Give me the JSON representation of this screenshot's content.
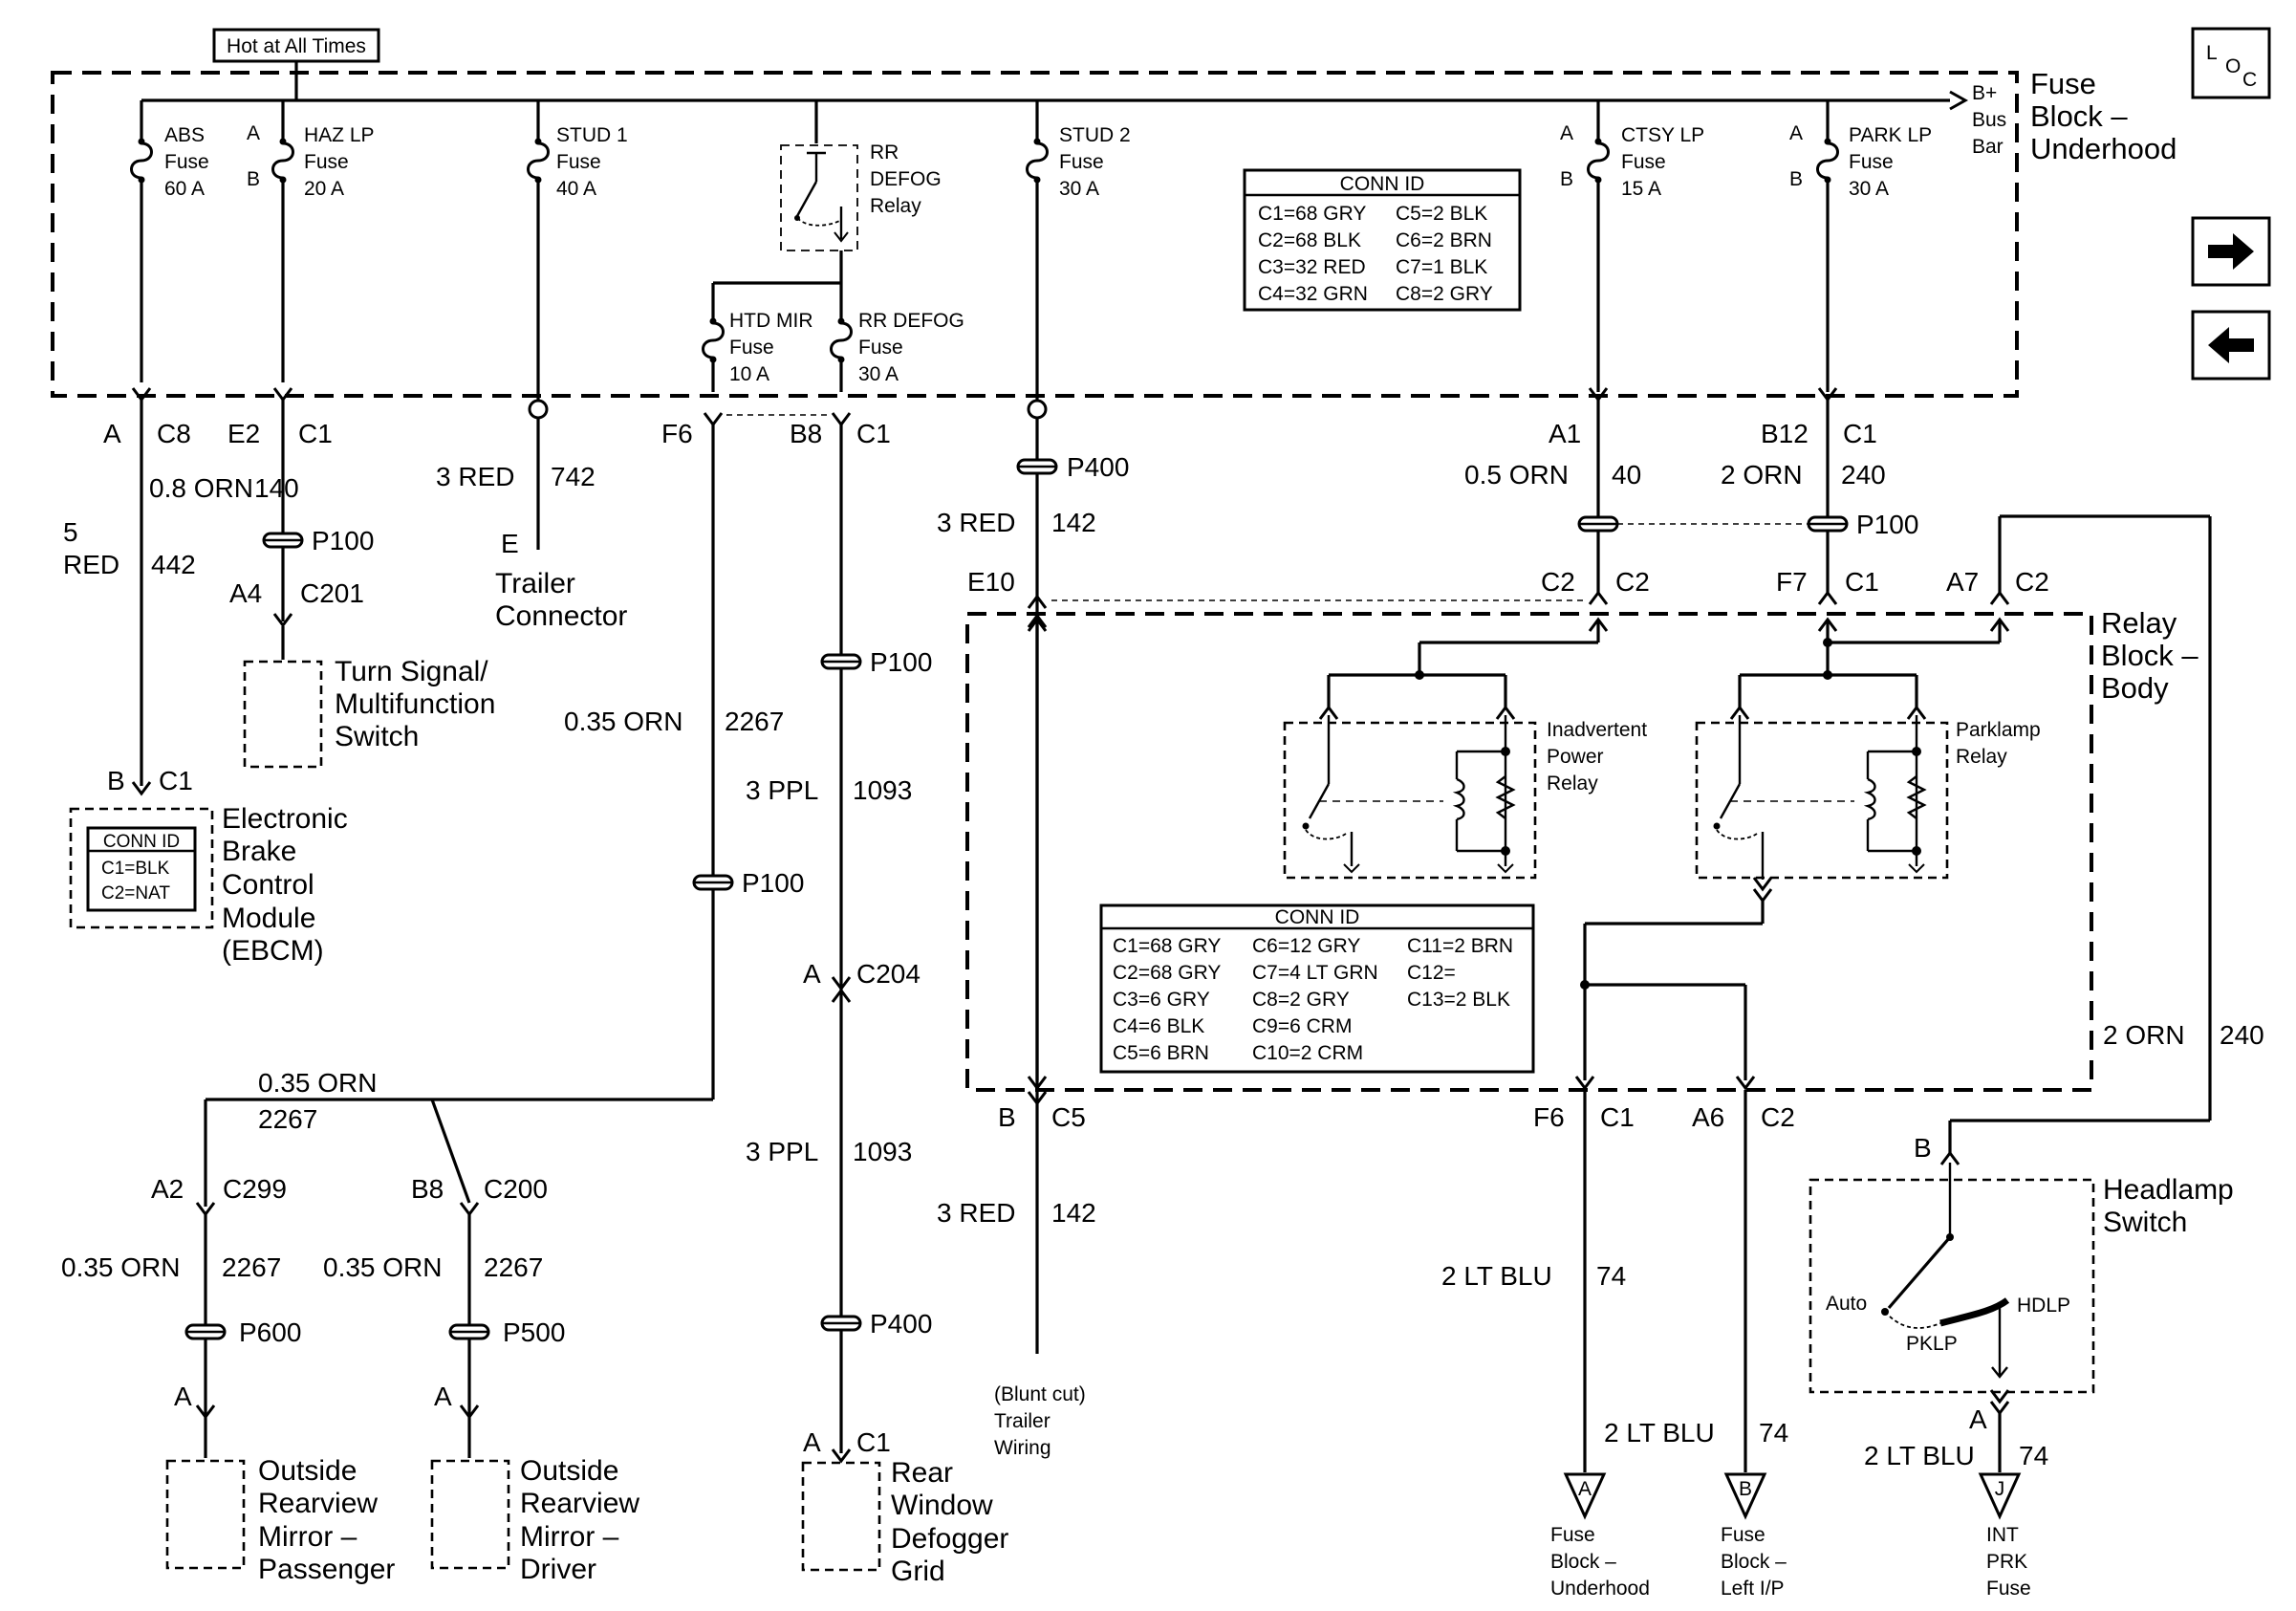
{
  "header": {
    "hot_label": "Hot at All Times",
    "fuse_block_title": [
      "Fuse",
      "Block –",
      "Underhood"
    ],
    "bus_bar": [
      "B+",
      "Bus",
      "Bar"
    ],
    "loc_icon_text": [
      "L",
      "O",
      "C"
    ]
  },
  "nav": {
    "forward_icon": "arrow-right",
    "back_icon": "arrow-left"
  },
  "fuses": {
    "abs": [
      "ABS",
      "Fuse",
      "60 A"
    ],
    "haz": [
      "HAZ LP",
      "Fuse",
      "20 A"
    ],
    "haz_pins": [
      "A",
      "B"
    ],
    "stud1": [
      "STUD 1",
      "Fuse",
      "40 A"
    ],
    "relay": [
      "RR",
      "DEFOG",
      "Relay"
    ],
    "stud2": [
      "STUD 2",
      "Fuse",
      "30 A"
    ],
    "htd_mir": [
      "HTD MIR",
      "Fuse",
      "10 A"
    ],
    "rr_defog": [
      "RR DEFOG",
      "Fuse",
      "30 A"
    ],
    "ctsy": [
      "CTSY LP",
      "Fuse",
      "15 A"
    ],
    "ctsy_pins": [
      "A",
      "B"
    ],
    "park": [
      "PARK LP",
      "Fuse",
      "30 A"
    ],
    "park_pins": [
      "A",
      "B"
    ]
  },
  "conn_id_underhood": {
    "title": "CONN ID",
    "rows": [
      [
        "C1=68 GRY",
        "C5=2 BLK"
      ],
      [
        "C2=68 BLK",
        "C6=2 BRN"
      ],
      [
        "C3=32 RED",
        "C7=1 BLK"
      ],
      [
        "C4=32 GRN",
        "C8=2 GRY"
      ]
    ]
  },
  "connectors": {
    "abs_pin": "A",
    "abs_conn": "C8",
    "haz_pin": "E2",
    "haz_conn": "C1",
    "htd_pin": "F6",
    "rr_pin": "B8",
    "rr_conn": "C1",
    "ctsy_pin": "A1",
    "park_pin": "B12",
    "park_conn": "C1",
    "ebcm_pin": "B",
    "ebcm_conn": "C1",
    "tsw_pin": "A4",
    "tsw_conn": "C201",
    "trailer_pin": "E",
    "e10": "E10",
    "c2_left_pin": "C2",
    "c2_left_conn": "C2",
    "f7_pin": "F7",
    "f7_conn": "C1",
    "a7_pin": "A7",
    "a7_conn": "C2",
    "c204_pin": "A",
    "c204_conn": "C204",
    "c5_pin": "B",
    "c5_conn": "C5",
    "f6_pin": "F6",
    "f6_conn": "C1",
    "a6_pin": "A6",
    "a6_conn": "C2",
    "c299_pin": "A2",
    "c299_conn": "C299",
    "c200_pin": "B8",
    "c200_conn": "C200",
    "mirp_pin": "A",
    "mird_pin": "A",
    "grid_pin": "A",
    "grid_conn": "C1",
    "hs_top_pin": "B",
    "hs_bot_pin": "A"
  },
  "splices": {
    "p100_haz": "P100",
    "p400_top": "P400",
    "p100_ctsy": "P100",
    "p100_rr": "P100",
    "p100_htd": "P100",
    "p400_bot": "P400",
    "p600": "P600",
    "p500": "P500"
  },
  "wires": {
    "abs_top": [
      "0.8 ORN",
      "140"
    ],
    "abs_side_gauge": [
      "5",
      "RED"
    ],
    "abs_side_circuit": "442",
    "stud1": [
      "3 RED",
      "742"
    ],
    "stud2": [
      "3 RED",
      "142"
    ],
    "ctsy": [
      "0.5 ORN",
      "40"
    ],
    "park": [
      "2 ORN",
      "240"
    ],
    "htd": [
      "0.35 ORN",
      "2267"
    ],
    "rr_top": [
      "3 PPL",
      "1093"
    ],
    "rr_bot": [
      "3 PPL",
      "1093"
    ],
    "junction": [
      "0.35 ORN",
      "2267"
    ],
    "mirp": [
      "0.35 ORN",
      "2267"
    ],
    "mird": [
      "0.35 ORN",
      "2267"
    ],
    "blunt": [
      "3 RED",
      "142"
    ],
    "ltblu_a": [
      "2 LT BLU",
      "74"
    ],
    "ltblu_b": [
      "2 LT BLU",
      "74"
    ],
    "ltblu_j": [
      "2 LT BLU",
      "74"
    ],
    "right_orn": [
      "2 ORN",
      "240"
    ]
  },
  "components": {
    "trailer": [
      "Trailer",
      "Connector"
    ],
    "turn_signal": [
      "Turn Signal/",
      "Multifunction",
      "Switch"
    ],
    "ebcm": [
      "Electronic",
      "Brake",
      "Control",
      "Module",
      "(EBCM)"
    ],
    "ebcm_conn_id": {
      "title": "CONN ID",
      "rows": [
        "C1=BLK",
        "C2=NAT"
      ]
    },
    "relay_block": [
      "Relay",
      "Block –",
      "Body"
    ],
    "inadvertent_relay": [
      "Inadvertent",
      "Power",
      "Relay"
    ],
    "parklamp_relay": [
      "Parklamp",
      "Relay"
    ],
    "headlamp_switch": [
      "Headlamp",
      "Switch"
    ],
    "switch_positions": {
      "auto": "Auto",
      "pklp": "PKLP",
      "hdlp": "HDLP"
    },
    "mirror_passenger": [
      "Outside",
      "Rearview",
      "Mirror –",
      "Passenger"
    ],
    "mirror_driver": [
      "Outside",
      "Rearview",
      "Mirror –",
      "Driver"
    ],
    "defogger_grid": [
      "Rear",
      "Window",
      "Defogger",
      "Grid"
    ],
    "blunt_cut": [
      "(Blunt cut)",
      "Trailer",
      "Wiring"
    ],
    "fuse_a": {
      "letter": "A",
      "text": [
        "Fuse",
        "Block –",
        "Underhood"
      ]
    },
    "fuse_b": {
      "letter": "B",
      "text": [
        "Fuse",
        "Block –",
        "Left I/P"
      ]
    },
    "fuse_j": {
      "letter": "J",
      "text": [
        "INT",
        "PRK",
        "Fuse"
      ]
    }
  },
  "conn_id_relay_block": {
    "title": "CONN ID",
    "rows": [
      [
        "C1=68 GRY",
        "C6=12 GRY",
        "C11=2 BRN"
      ],
      [
        "C2=68 GRY",
        "C7=4 LT GRN",
        "C12="
      ],
      [
        "C3=6 GRY",
        "C8=2 GRY",
        "C13=2 BLK"
      ],
      [
        "C4=6 BLK",
        "C9=6 CRM",
        ""
      ],
      [
        "C5=6 BRN",
        "C10=2 CRM",
        ""
      ]
    ]
  }
}
